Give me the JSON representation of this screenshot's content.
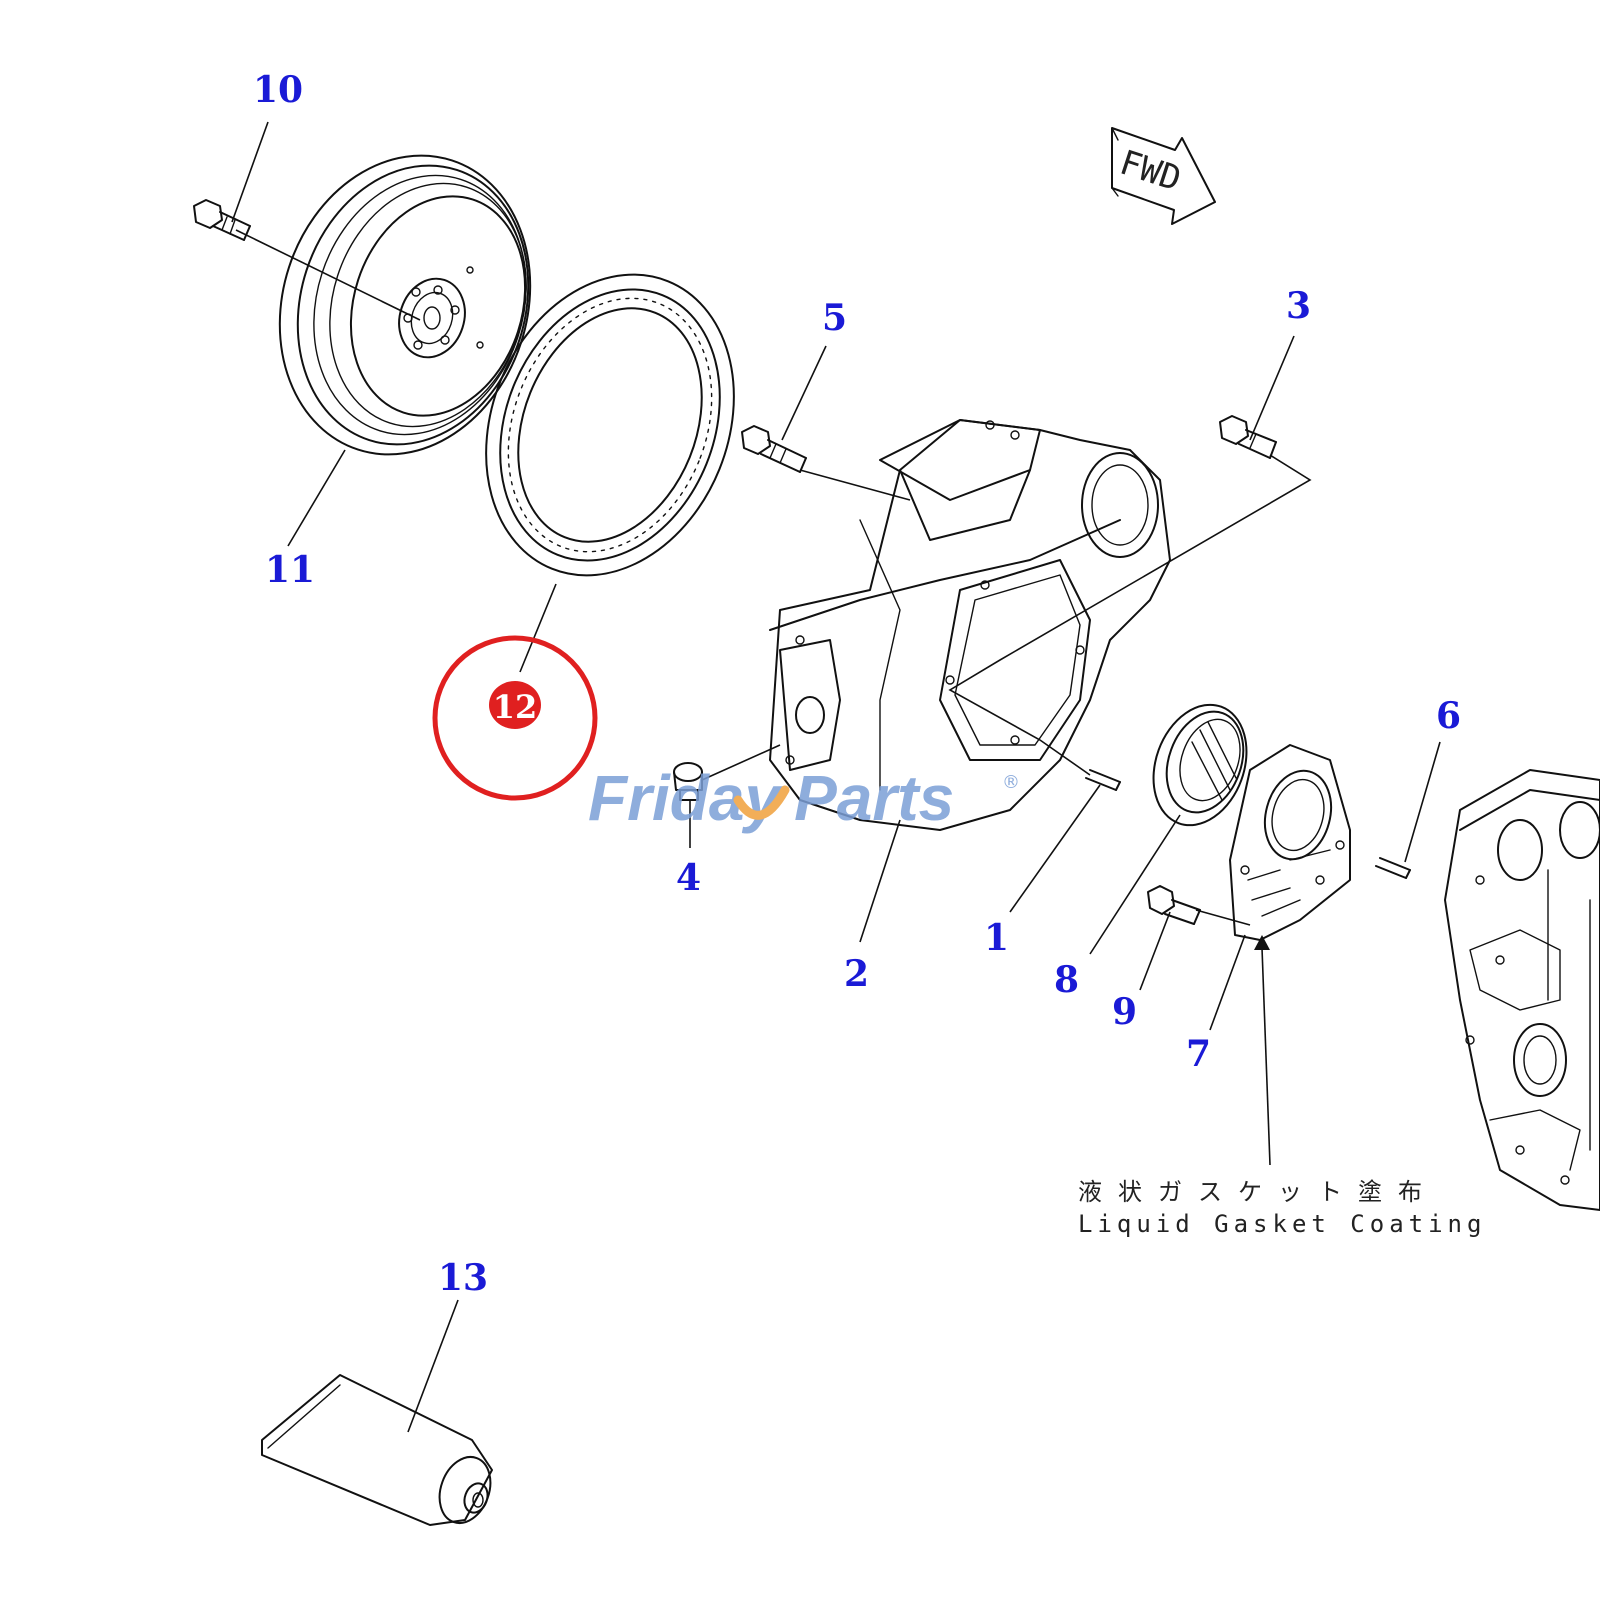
{
  "callouts": {
    "c1": "1",
    "c2": "2",
    "c3": "3",
    "c4": "4",
    "c5": "5",
    "c6": "6",
    "c7": "7",
    "c8": "8",
    "c9": "9",
    "c10": "10",
    "c11": "11",
    "c12": "12",
    "c13": "13"
  },
  "highlight": {
    "part": "12",
    "color": "#e02020"
  },
  "direction_label": "FWD",
  "note": {
    "jp": "液状ガスケット塗布",
    "en": "Liquid Gasket Coating"
  },
  "watermark": {
    "text_a": "Friday",
    "text_b": "Parts",
    "symbol": "®",
    "color_main": "#7b9fd6",
    "color_accent": "#f0a03c"
  },
  "colors": {
    "callout": "#1a1ad6",
    "line": "#111111"
  }
}
